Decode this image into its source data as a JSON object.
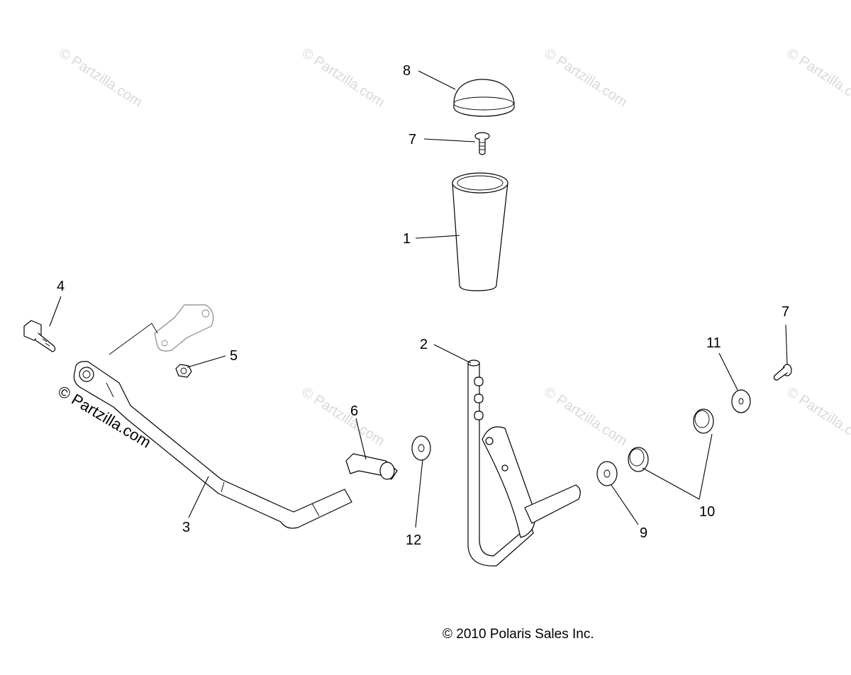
{
  "callouts": {
    "c1": "1",
    "c2": "2",
    "c3": "3",
    "c4": "4",
    "c5": "5",
    "c6": "6",
    "c7a": "7",
    "c7b": "7",
    "c8": "8",
    "c9": "9",
    "c10": "10",
    "c11": "11",
    "c12": "12"
  },
  "watermark": {
    "text": "© Partzilla.com",
    "main_text": "© Partzilla.com"
  },
  "copyright": "© 2010 Polaris Sales Inc."
}
